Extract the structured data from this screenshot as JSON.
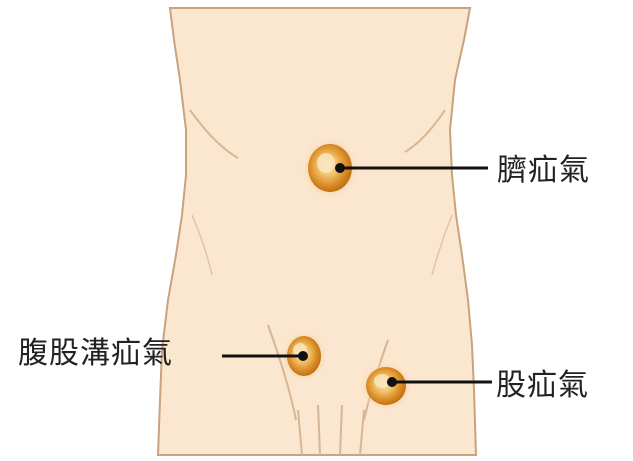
{
  "labels": {
    "umbilical_hernia": "臍疝氣",
    "inguinal_hernia": "腹股溝疝氣",
    "femoral_hernia": "股疝氣"
  },
  "colors": {
    "skin": "#fbe6cf",
    "skin_outline": "#c9a27e",
    "contour": "#d8b594",
    "lesion_center": "#f7d18a",
    "lesion_mid": "#e3a33a",
    "lesion_dark": "#b8660f",
    "pointer_line": "#111111",
    "pointer_dot": "#111111",
    "label_text": "#222222"
  }
}
